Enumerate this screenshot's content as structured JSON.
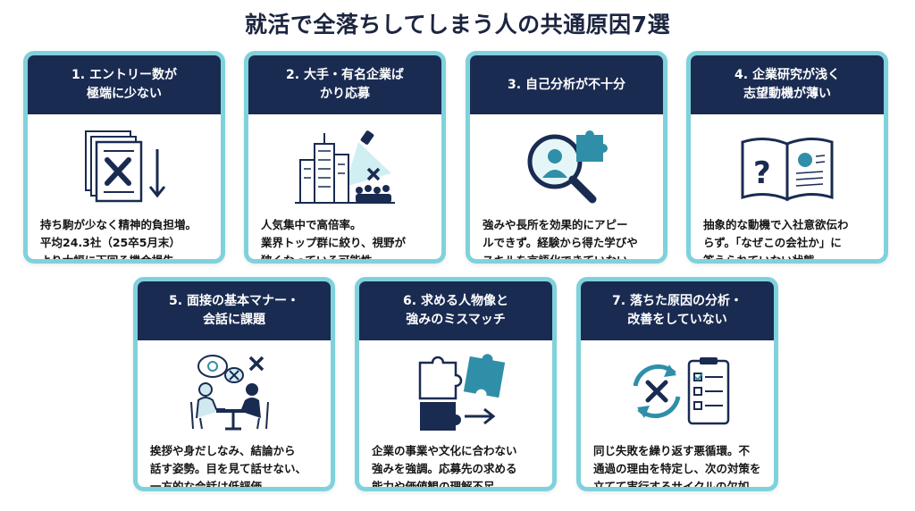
{
  "title": "就活で全落ちしてしまう人の共通原因7選",
  "cards": [
    {
      "heading": "1. エントリー数が\n極端に少ない",
      "body": "持ち駒が少なく精神的負担増。\n平均24.3社（25卒5月末）\nより大幅に下回る機会損失。",
      "icon": "documents-decrease-icon"
    },
    {
      "heading": "2. 大手・有名企業ば\nかり応募",
      "body": "人気集中で高倍率。\n業界トップ群に絞り、視野が\n狭くなっている可能性。",
      "icon": "skyscrapers-spotlight-icon"
    },
    {
      "heading": "3. 自己分析が不十分",
      "body": "強みや長所を効果的にアピー\nルできず。経験から得た学びや\nスキルを言語化できていない。",
      "icon": "magnifier-puzzle-icon"
    },
    {
      "heading": "4. 企業研究が浅く\n志望動機が薄い",
      "body": "抽象的な動機で入社意欲伝わ\nらず。「なぜこの会社か」に\n答えられていない状態。",
      "icon": "book-question-icon"
    },
    {
      "heading": "5. 面接の基本マナー・\n会話に課題",
      "body": "挨拶や身だしなみ、結論から\n話す姿勢。目を見て話せない、\n一方的な会話は低評価。",
      "icon": "interview-icon"
    },
    {
      "heading": "6. 求める人物像と\n強みのミスマッチ",
      "body": "企業の事業や文化に合わない\n強みを強調。応募先の求める\n能力や価値観の理解不足。",
      "icon": "puzzle-mismatch-icon"
    },
    {
      "heading": "7. 落ちた原因の分析・\n改善をしていない",
      "body": "同じ失敗を繰り返す悪循環。不\n通過の理由を特定し、次の対策を\n立てて実行するサイクルの欠如。",
      "icon": "cycle-checklist-icon"
    }
  ],
  "colors": {
    "navy": "#1a2b52",
    "teal": "#7fd2dc",
    "accent": "#2f8fa8"
  }
}
